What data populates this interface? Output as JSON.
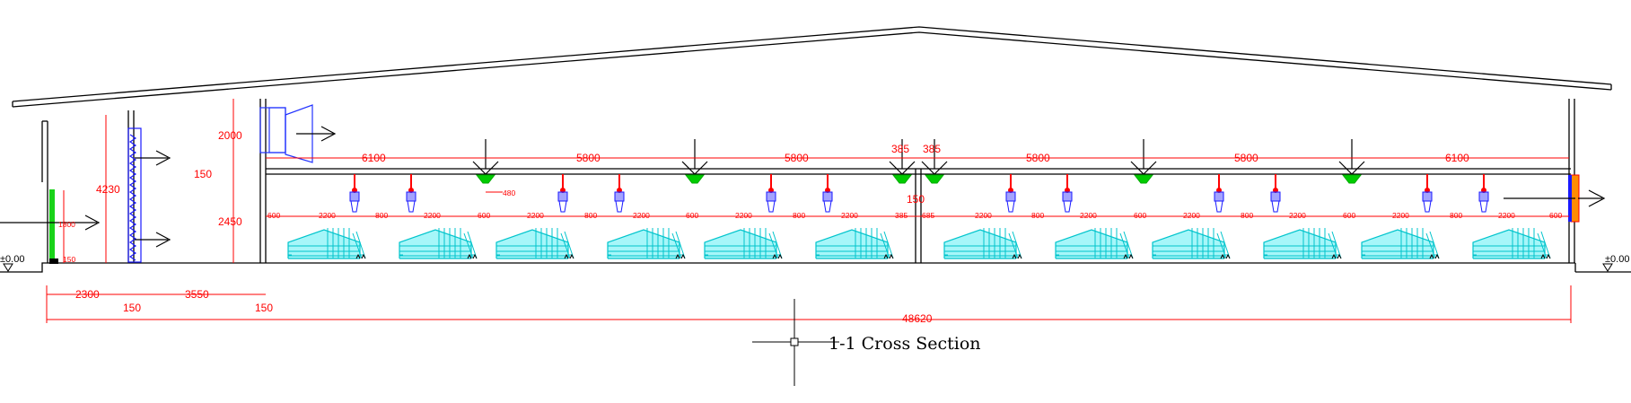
{
  "title": "1-1 Cross Section",
  "levels": {
    "left": "±0.00",
    "right": "±0.00"
  },
  "colors": {
    "structure": "#000000",
    "dimension": "#ff0000",
    "cage": "#00e5ee",
    "pad": "#1a1aff",
    "fan": "#2233ff",
    "inlet": "#00cc00",
    "feeder": "#ff0000",
    "greenwall": "#19d319",
    "heater": "#ff8c00"
  },
  "dimensions": {
    "top_spans": [
      "6100",
      "5800",
      "5800",
      "385",
      "385",
      "5800",
      "5800",
      "6100"
    ],
    "vertical": [
      "4230",
      "2000",
      "150",
      "2450",
      "1800",
      "150",
      "150"
    ],
    "inlet_width": "480",
    "bottom": [
      "2300",
      "150",
      "3550",
      "150"
    ],
    "total": "48620",
    "cage_row_left": [
      "600",
      "2200",
      "800",
      "2200",
      "600",
      "2200",
      "800",
      "2200",
      "600",
      "2200",
      "800",
      "2200",
      "385"
    ],
    "cage_row_right": [
      "685",
      "2200",
      "800",
      "2200",
      "600",
      "2200",
      "800",
      "2200",
      "600",
      "2200",
      "800",
      "2200",
      "600"
    ]
  }
}
